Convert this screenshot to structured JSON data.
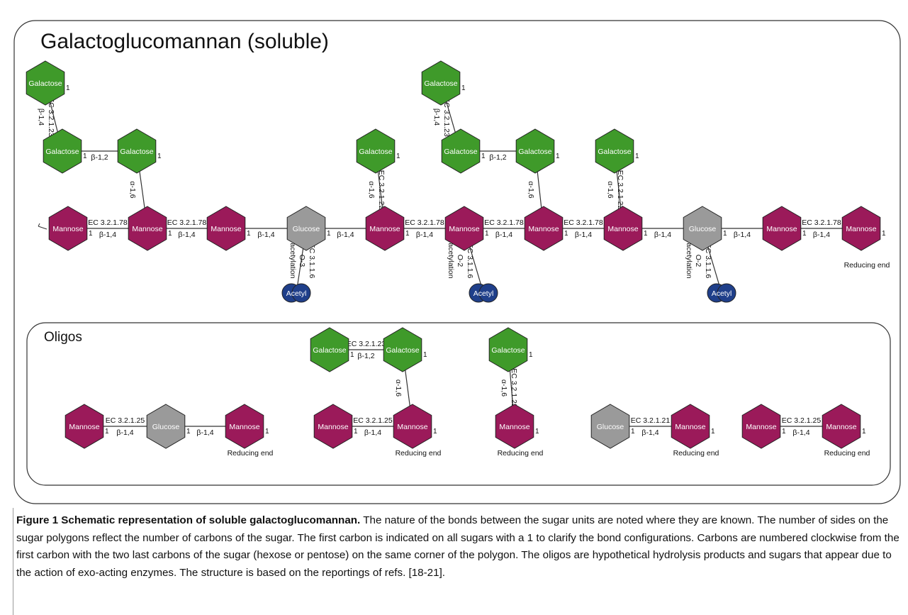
{
  "figure": {
    "title": "Galactoglucomannan (soluble)",
    "oligos_title": "Oligos",
    "colors": {
      "Mannose": "#9b1a5a",
      "Galactose": "#3f9a2a",
      "Glucose": "#9a9a9a",
      "Acetyl": "#1f3f8a"
    },
    "nodes": [
      {
        "label": "Galactose",
        "k": "Galactose",
        "n": "1"
      },
      {
        "label": "Galactose",
        "k": "Galactose",
        "n": "1"
      },
      {
        "label": "Galactose",
        "k": "Galactose",
        "n": "1"
      },
      {
        "label": "Galactose",
        "k": "Galactose",
        "n": "1"
      },
      {
        "label": "Galactose",
        "k": "Galactose",
        "n": "1"
      },
      {
        "label": "Galactose",
        "k": "Galactose",
        "n": "1"
      },
      {
        "label": "Galactose",
        "k": "Galactose",
        "n": "1"
      },
      {
        "label": "Galactose",
        "k": "Galactose",
        "n": "1"
      },
      {
        "label": "Mannose",
        "k": "Mannose",
        "n": "1"
      },
      {
        "label": "Mannose",
        "k": "Mannose",
        "n": "1"
      },
      {
        "label": "Mannose",
        "k": "Mannose",
        "n": "1"
      },
      {
        "label": "Glucose",
        "k": "Glucose",
        "n": "1"
      },
      {
        "label": "Mannose",
        "k": "Mannose",
        "n": "1"
      },
      {
        "label": "Mannose",
        "k": "Mannose",
        "n": "1"
      },
      {
        "label": "Mannose",
        "k": "Mannose",
        "n": "1"
      },
      {
        "label": "Mannose",
        "k": "Mannose",
        "n": "1"
      },
      {
        "label": "Glucose",
        "k": "Glucose",
        "n": "1"
      },
      {
        "label": "Mannose",
        "k": "Mannose",
        "n": "1"
      },
      {
        "label": "Mannose",
        "k": "Mannose",
        "n": "1"
      },
      {
        "label": "Acetyl",
        "k": "Acetyl"
      },
      {
        "label": "Acetyl",
        "k": "Acetyl"
      },
      {
        "label": "Acetyl",
        "k": "Acetyl"
      },
      {
        "label": "Mannose",
        "k": "Mannose",
        "n": "1"
      },
      {
        "label": "Glucose",
        "k": "Glucose",
        "n": "1"
      },
      {
        "label": "Mannose",
        "k": "Mannose",
        "n": "1"
      },
      {
        "label": "Galactose",
        "k": "Galactose",
        "n": "1"
      },
      {
        "label": "Galactose",
        "k": "Galactose",
        "n": "1"
      },
      {
        "label": "Mannose",
        "k": "Mannose",
        "n": "1"
      },
      {
        "label": "Mannose",
        "k": "Mannose",
        "n": "1"
      },
      {
        "label": "Galactose",
        "k": "Galactose",
        "n": "1"
      },
      {
        "label": "Mannose",
        "k": "Mannose",
        "n": "1"
      },
      {
        "label": "Glucose",
        "k": "Glucose",
        "n": "1"
      },
      {
        "label": "Mannose",
        "k": "Mannose",
        "n": "1"
      },
      {
        "label": "Mannose",
        "k": "Mannose",
        "n": "1"
      },
      {
        "label": "Mannose",
        "k": "Mannose",
        "n": "1"
      }
    ],
    "bonds": [
      {
        "a": 0,
        "b": 1,
        "ec": "EC 3.2.1.23",
        "type": "β-1,4"
      },
      {
        "a": 1,
        "b": 2,
        "type": "β-1,2"
      },
      {
        "a": 2,
        "b": 9,
        "type": "α-1,6"
      },
      {
        "a": 8,
        "b": 9,
        "ec": "EC 3.2.1.78",
        "type": "β-1,4"
      },
      {
        "a": 9,
        "b": 10,
        "ec": "EC 3.2.1.78",
        "type": "β-1,4"
      },
      {
        "a": 10,
        "b": 11,
        "type": "β-1,4"
      },
      {
        "a": 11,
        "b": 12,
        "type": "β-1,4"
      },
      {
        "a": 3,
        "b": 12,
        "ec": "EC 3.2.1.22",
        "type": "α-1,6"
      },
      {
        "a": 12,
        "b": 13,
        "ec": "EC 3.2.1.78",
        "type": "β-1,4"
      },
      {
        "a": 13,
        "b": 14,
        "ec": "EC 3.2.1.78",
        "type": "β-1,4"
      },
      {
        "a": 4,
        "b": 5,
        "ec": "EC 3.2.1.23",
        "type": "β-1,4"
      },
      {
        "a": 5,
        "b": 6,
        "type": "β-1,2"
      },
      {
        "a": 6,
        "b": 14,
        "type": "α-1,6"
      },
      {
        "a": 14,
        "b": 15,
        "ec": "EC 3.2.1.78",
        "type": "β-1,4"
      },
      {
        "a": 7,
        "b": 15,
        "ec": "EC 3.2.1.22",
        "type": "α-1,6"
      },
      {
        "a": 15,
        "b": 16,
        "type": "β-1,4"
      },
      {
        "a": 16,
        "b": 17,
        "type": "β-1,4"
      },
      {
        "a": 17,
        "b": 18,
        "ec": "EC 3.2.1.78",
        "type": "β-1,4"
      },
      {
        "a": 11,
        "b": 19,
        "ec": "EC 3.1.1.6",
        "type": "O-3",
        "extra": "acetylation"
      },
      {
        "a": 13,
        "b": 20,
        "ec": "EC 3.1.1.6",
        "type": "O-2",
        "extra": "acetylation"
      },
      {
        "a": 16,
        "b": 21,
        "ec": "EC 3.1.1.6",
        "type": "O-2",
        "extra": "acetylation"
      },
      {
        "a": 22,
        "b": 23,
        "ec": "EC 3.2.1.25",
        "type": "β-1,4"
      },
      {
        "a": 23,
        "b": 24,
        "type": "β-1,4"
      },
      {
        "a": 25,
        "b": 26,
        "ec": "EC 3.2.1.23",
        "type": "β-1,2"
      },
      {
        "a": 26,
        "b": 28,
        "type": "α-1,6"
      },
      {
        "a": 27,
        "b": 28,
        "ec": "EC 3.2.1.25",
        "type": "β-1,4"
      },
      {
        "a": 29,
        "b": 30,
        "ec": "EC 3.2.1.22",
        "type": "α-1,6"
      },
      {
        "a": 31,
        "b": 32,
        "ec": "EC 3.2.1.21",
        "type": "β-1,4"
      },
      {
        "a": 33,
        "b": 34,
        "ec": "EC 3.2.1.25",
        "type": "β-1,4"
      }
    ],
    "reducing_end_label": "Reducing end",
    "reducing_ends": [
      18,
      24,
      28,
      30,
      32,
      34
    ]
  },
  "caption": {
    "heading": "Figure 1 Schematic representation of soluble galactoglucomannan.",
    "body": "The nature of the bonds between the sugar units are noted where they are known. The number of sides on the sugar polygons reflect the number of carbons of the sugar. The first carbon is indicated on all sugars with a 1 to clarify the bond configurations. Carbons are numbered clockwise from the first carbon with the two last carbons of the sugar (hexose or pentose) on the same corner of the polygon. The oligos are hypothetical hydrolysis products and sugars that appear due to the action of exo-acting enzymes. The structure is based on the reportings of refs. [18-21]."
  }
}
